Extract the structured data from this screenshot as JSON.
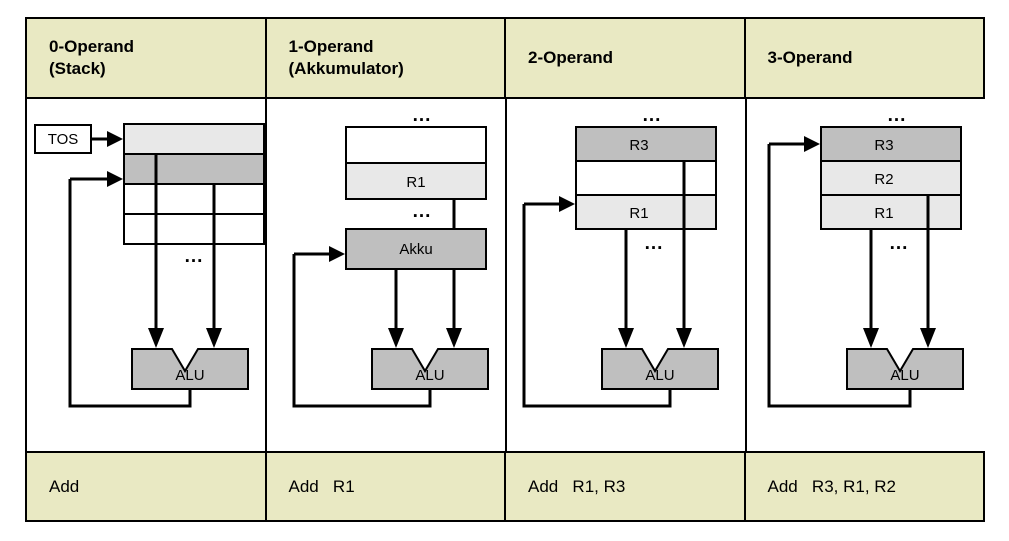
{
  "diagram": {
    "title": "Operand count instruction formats",
    "colors": {
      "header_bg": "#E9E9C3",
      "instruction_bg": "#E9E9C3",
      "cell_light": "#E8E8E8",
      "cell_dark": "#BFBFBF",
      "cell_white": "#FFFFFF",
      "alu_fill": "#BFBFBF",
      "stroke": "#000000",
      "page_bg": "#FFFFFF"
    },
    "ellipsis": "...",
    "columns": [
      {
        "id": "zero-operand",
        "header": "0-Operand\n(Stack)",
        "instruction": "Add",
        "alu_label": "ALU",
        "pointer_label": "TOS",
        "cells": [
          {
            "label": "",
            "shade": "light"
          },
          {
            "label": "",
            "shade": "dark"
          },
          {
            "label": "",
            "shade": "white"
          },
          {
            "label": "",
            "shade": "white"
          }
        ]
      },
      {
        "id": "one-operand",
        "header": "1-Operand\n(Akkumulator)",
        "instruction": "Add   R1",
        "alu_label": "ALU",
        "accumulator_label": "Akku",
        "cells": [
          {
            "label": "",
            "shade": "white"
          },
          {
            "label": "R1",
            "shade": "light"
          }
        ]
      },
      {
        "id": "two-operand",
        "header": "2-Operand",
        "instruction": "Add   R1, R3",
        "alu_label": "ALU",
        "cells": [
          {
            "label": "R3",
            "shade": "dark"
          },
          {
            "label": "",
            "shade": "white"
          },
          {
            "label": "R1",
            "shade": "light"
          }
        ]
      },
      {
        "id": "three-operand",
        "header": "3-Operand",
        "instruction": "Add   R3, R1, R2",
        "alu_label": "ALU",
        "cells": [
          {
            "label": "R3",
            "shade": "dark"
          },
          {
            "label": "R2",
            "shade": "light"
          },
          {
            "label": "R1",
            "shade": "light"
          }
        ]
      }
    ]
  }
}
